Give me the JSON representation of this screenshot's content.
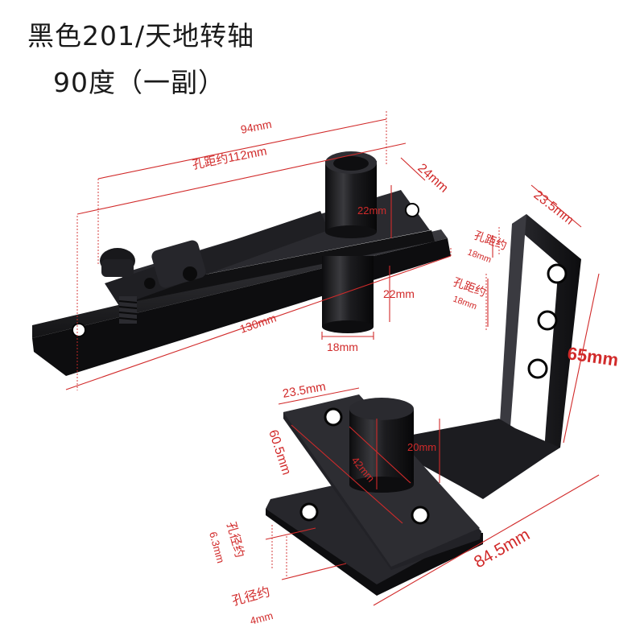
{
  "title_line1": "黑色201/天地转轴",
  "title_line2": "90度（一副）",
  "dimensions": {
    "top_length": "94mm",
    "hole_spacing": "孔距约112mm",
    "top_width": "24mm",
    "pin_height": "22mm",
    "upper_boss": "22mm",
    "long_plate": "130mm",
    "boss_diameter": "18mm",
    "bracket_width": "23.5mm",
    "hole_spacing_a_label": "孔距约",
    "hole_spacing_a_value": "18mm",
    "hole_spacing_b_label": "孔距约",
    "hole_spacing_b_value": "18mm",
    "bracket_height": "65mm",
    "base_width": "23.5mm",
    "base_length": "60.5mm",
    "base_hole_distance": "42mm",
    "pin_diameter": "20mm",
    "bracket_length": "84.5mm",
    "hole_diameter_a_label": "孔径约",
    "hole_diameter_a_value": "6.3mm",
    "hole_diameter_b_label": "孔径约",
    "hole_diameter_b_value": "4mm"
  },
  "colors": {
    "dimension": "#d12a2a",
    "hardware": "#1b1b1d",
    "title": "#1a1a1a"
  }
}
